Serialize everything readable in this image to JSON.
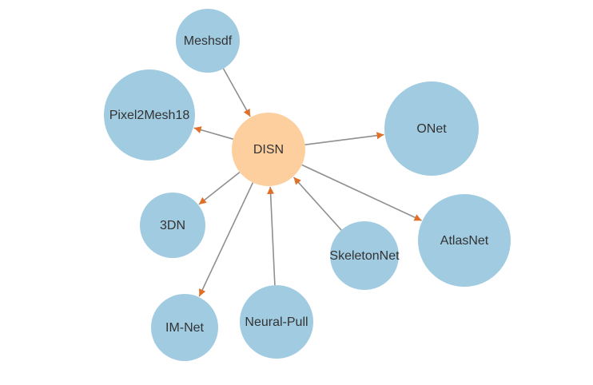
{
  "colors": {
    "center_node": "#fdcf9f",
    "peer_node": "#a0cbe1",
    "edge": "#8f8f8f",
    "arrowhead": "#e07028",
    "label": "#333333"
  },
  "nodes": [
    {
      "id": "disn",
      "label": "DISN",
      "role": "center"
    },
    {
      "id": "meshsdf",
      "label": "Meshsdf",
      "role": "peer"
    },
    {
      "id": "pixel2mesh18",
      "label": "Pixel2Mesh18",
      "role": "peer"
    },
    {
      "id": "onet",
      "label": "ONet",
      "role": "peer"
    },
    {
      "id": "3dn",
      "label": "3DN",
      "role": "peer"
    },
    {
      "id": "atlasnet",
      "label": "AtlasNet",
      "role": "peer"
    },
    {
      "id": "skeletonnet",
      "label": "SkeletonNet",
      "role": "peer"
    },
    {
      "id": "im-net",
      "label": "IM-Net",
      "role": "peer"
    },
    {
      "id": "neural-pull",
      "label": "Neural-Pull",
      "role": "peer"
    }
  ],
  "edges": [
    {
      "from": "meshsdf",
      "to": "disn"
    },
    {
      "from": "disn",
      "to": "pixel2mesh18"
    },
    {
      "from": "disn",
      "to": "onet"
    },
    {
      "from": "disn",
      "to": "3dn"
    },
    {
      "from": "disn",
      "to": "atlasnet"
    },
    {
      "from": "skeletonnet",
      "to": "disn"
    },
    {
      "from": "disn",
      "to": "im-net"
    },
    {
      "from": "neural-pull",
      "to": "disn"
    }
  ]
}
